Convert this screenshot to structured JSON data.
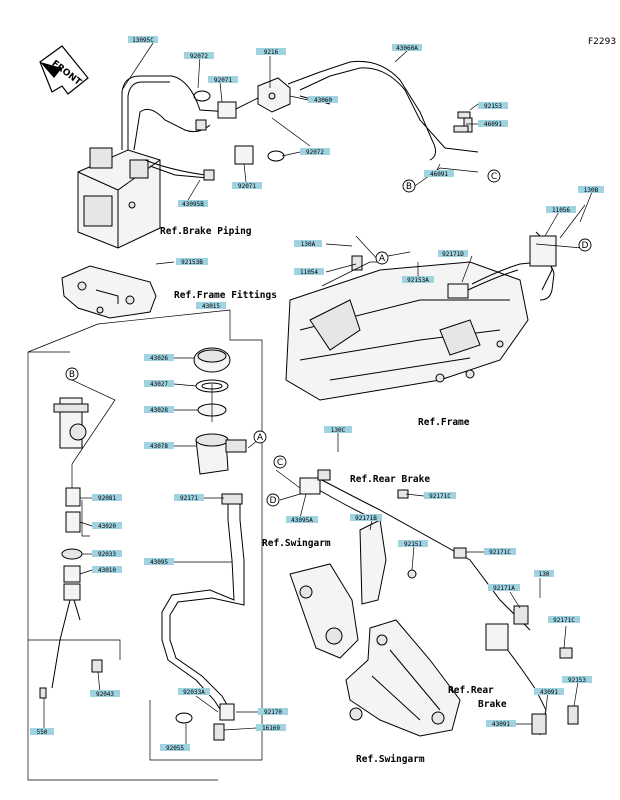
{
  "diagram_code": "F2293",
  "front_label": "FRONT",
  "part_labels": [
    {
      "id": "p1",
      "text": "13095C"
    },
    {
      "id": "p2",
      "text": "92072"
    },
    {
      "id": "p3",
      "text": "9216"
    },
    {
      "id": "p4",
      "text": "43060A"
    },
    {
      "id": "p5",
      "text": "92071"
    },
    {
      "id": "p6",
      "text": "43060"
    },
    {
      "id": "p7",
      "text": "92153"
    },
    {
      "id": "p8",
      "text": "46091"
    },
    {
      "id": "p9",
      "text": "92072"
    },
    {
      "id": "p10",
      "text": "92071"
    },
    {
      "id": "p11",
      "text": "46091"
    },
    {
      "id": "p12",
      "text": "43095B"
    },
    {
      "id": "p13",
      "text": "130B"
    },
    {
      "id": "p14",
      "text": "11056"
    },
    {
      "id": "p15",
      "text": "130A"
    },
    {
      "id": "p16",
      "text": "92171D"
    },
    {
      "id": "p17",
      "text": "11054"
    },
    {
      "id": "p18",
      "text": "92153A"
    },
    {
      "id": "p19",
      "text": "92153B"
    },
    {
      "id": "p20",
      "text": "43015"
    },
    {
      "id": "p21",
      "text": "43026"
    },
    {
      "id": "p22",
      "text": "43027"
    },
    {
      "id": "p23",
      "text": "43028"
    },
    {
      "id": "p24",
      "text": "43078"
    },
    {
      "id": "p25",
      "text": "92081"
    },
    {
      "id": "p26",
      "text": "43020"
    },
    {
      "id": "p27",
      "text": "92033"
    },
    {
      "id": "p28",
      "text": "43010"
    },
    {
      "id": "p29",
      "text": "92043"
    },
    {
      "id": "p30",
      "text": "550"
    },
    {
      "id": "p31",
      "text": "92171"
    },
    {
      "id": "p32",
      "text": "43095"
    },
    {
      "id": "p33",
      "text": "92033A"
    },
    {
      "id": "p34",
      "text": "92170"
    },
    {
      "id": "p35",
      "text": "92055"
    },
    {
      "id": "p36",
      "text": "16169"
    },
    {
      "id": "p37",
      "text": "130C"
    },
    {
      "id": "p38",
      "text": "43095A"
    },
    {
      "id": "p39",
      "text": "92171B"
    },
    {
      "id": "p40",
      "text": "92171C"
    },
    {
      "id": "p41",
      "text": "92151"
    },
    {
      "id": "p42",
      "text": "92171C"
    },
    {
      "id": "p43",
      "text": "92171A"
    },
    {
      "id": "p44",
      "text": "130"
    },
    {
      "id": "p45",
      "text": "92171C"
    },
    {
      "id": "p46",
      "text": "43091"
    },
    {
      "id": "p47",
      "text": "92153"
    },
    {
      "id": "p48",
      "text": "43091"
    }
  ],
  "ref_labels": [
    {
      "id": "r1",
      "text": "Ref.Brake Piping"
    },
    {
      "id": "r2",
      "text": "Ref.Frame Fittings"
    },
    {
      "id": "r3",
      "text": "Ref.Frame"
    },
    {
      "id": "r4",
      "text": "Ref.Rear Brake"
    },
    {
      "id": "r5",
      "text": "Ref.Swingarm"
    },
    {
      "id": "r6",
      "text": "Ref.Rear"
    },
    {
      "id": "r7",
      "text": "Brake"
    },
    {
      "id": "r8",
      "text": "Ref.Swingarm"
    }
  ],
  "connector_codes": [
    {
      "id": "c1",
      "text": "B"
    },
    {
      "id": "c2",
      "text": "C"
    },
    {
      "id": "c3",
      "text": "A"
    },
    {
      "id": "c4",
      "text": "D"
    },
    {
      "id": "c5",
      "text": "B"
    },
    {
      "id": "c6",
      "text": "A"
    },
    {
      "id": "c7",
      "text": "C"
    },
    {
      "id": "c8",
      "text": "D"
    }
  ]
}
